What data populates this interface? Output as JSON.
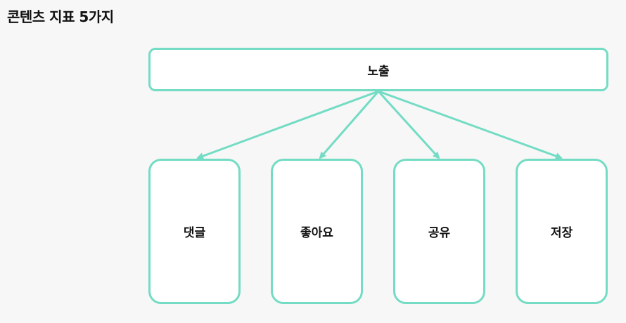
{
  "title": "콘텐츠 지표 5가지",
  "diagram": {
    "root": {
      "label": "노출"
    },
    "children": [
      {
        "label": "댓글"
      },
      {
        "label": "좋아요"
      },
      {
        "label": "공유"
      },
      {
        "label": "저장"
      }
    ],
    "colors": {
      "accent": "#74dcc4",
      "node_fill": "#ffffff",
      "background": "#f7f7f7",
      "text": "#111111"
    }
  }
}
